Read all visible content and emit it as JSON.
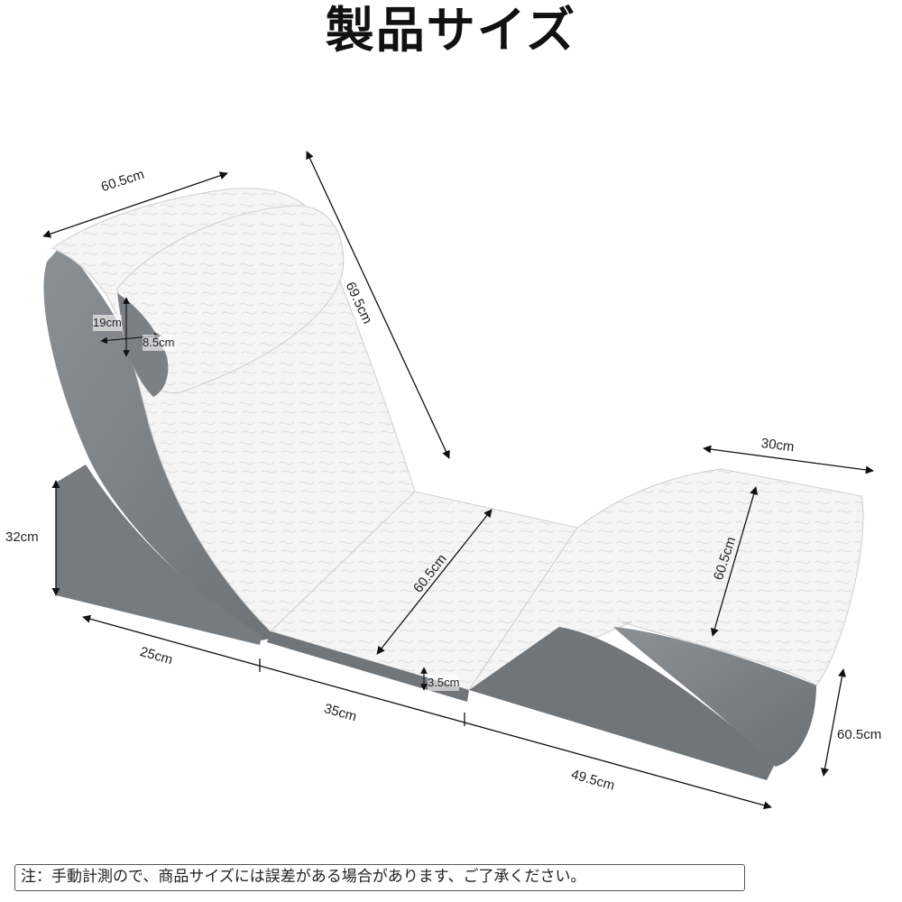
{
  "page_title": "製品サイズ",
  "dimensions": {
    "backrest_width": "60.5cm",
    "backrest_length": "69.5cm",
    "pillow_height": "19cm",
    "pillow_depth": "8.5cm",
    "base_height": "32cm",
    "base_length": "25cm",
    "middle_length": "60.5cm",
    "middle_depth": "35cm",
    "middle_thickness": "3.5cm",
    "leg_top_width": "30cm",
    "leg_length": "60.5cm",
    "leg_height": "60.5cm",
    "leg_base_length": "49.5cm"
  },
  "note": "注：手動計測ので、商品サイズには誤差がある場合があります、ご了承ください。",
  "colors": {
    "cover_white": "#f4f4f4",
    "foam_gray": "#7f8589",
    "text": "#222222"
  }
}
